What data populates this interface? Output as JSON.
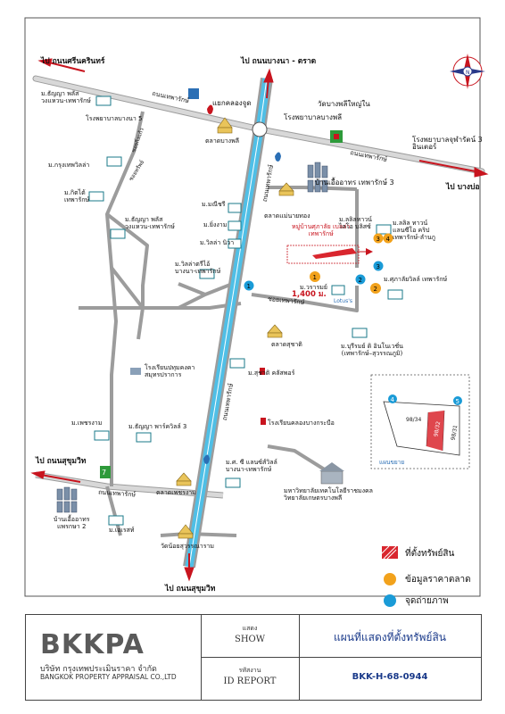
{
  "roads": {
    "bangna_trad_north": "ไป ถนนบางนา - ตราด",
    "srinakarin": "ไป ถนนศรีนครินทร์",
    "sukhumvit_west": "ไป ถนนสุขุมวิท",
    "sukhumvit_south": "ไป ถนนสุขุมวิท",
    "bang_bo": "ไป บางบ่อ",
    "thepharak_west": "ถนนเทพารักษ์",
    "thepharak_east": "ถนนเทพารักษ์",
    "khlong_bang_phli_north": "ถนนเทพารักษ์",
    "khlong_bang_phli_south": "ถนนเทพารักษ์",
    "phaprakon": "ถนนเทพารักษ์",
    "soi_left1": "ซอยกิ่งแก้ว",
    "soi_left2": "ซอยทรัพย์",
    "soi_thepharak": "ซอยเทพารักษ์",
    "soi_bottom": "ถนนเทพารักษ์",
    "distance": "1,400 ม."
  },
  "places": {
    "yaek_khlong_chut": "แยกคลองจูด",
    "wat_bang_phli_yai_nai": "วัดบางพลีใหญ่ใน",
    "rp_bang_phli": "โรงพยาบาลบางพลี",
    "rp_chularat3": "โรงพยาบาลจุฬารัตน์ 3\nอินเตอร์",
    "rp_bangna5": "โรงพยาบาลบางนา 5",
    "talat_bang_phli": "ตลาดบางพลี",
    "ban_ua_athorn_thepharak3": "บ้านเอื้ออาทร เทพารักษ์ 3",
    "talat_mae_nai_thongy": "ตลาดแม่นายทอง",
    "target_village": "หมู่บ้านศุภาลัย เบลล่า\nเทพารักษ์",
    "m_thanya_vongwaen": "ม.ธัญญา พลัส\nวงแหวน-เทพารักษ์",
    "m_krungthep_villa": "ม.กรุงเทพวิลล่า",
    "m_kittai": "ม.กิตไต้\nเทพารักษ์",
    "m_thanya_plus2": "ม.ธัญญา พลัส\nวงแหวน-เทพารักษ์",
    "m_manicharee": "ม.มณีชรี",
    "m_ying_ngam": "ม.ยิ่งงาม",
    "m_villa_nuwa": "ม.วิลล่า นิวา",
    "m_wasana": "ม.วิลล่าตรีไอ้\nบางนา-เทพารักษ์",
    "m_lalin_town": "ม.ลลิลทาวน์\nไลโอ บลิสซ์",
    "m_lalin_town2": "ม.ลลิล ทาวน์\nแลนซีโอ คริป\nเทพารักษ์-ลำนกู",
    "m_supalai_ville": "ม.ศุภาลัยวิลล์ เทพารักษ์",
    "m_wararom": "ม.วรารมย์",
    "lotus": "Lotus's",
    "m_pruksa_in_bangna": "ม.บุรีรมย์ ดิ อินโนเวชั่น\n(เทพารักษ์–สุวรรณภูมิ)",
    "talat_suchart": "ตลาดสุชาติ",
    "m_suchart_city": "ม.สุชาติ คลัสพอร์",
    "school_pathum": "โรงเรียนปทุมคงคา\nสมุทรปราการ",
    "m_phet_ngam": "ม.เพชรงาม",
    "m_thanya_park3": "ม.ธัญญา พาร์ควิลล์ 3",
    "school_khlong_bang_krabue": "โรงเรียนคลองบางกระบือ",
    "m_pc_siriville": "ม.ศ. ซี แลนซ์ส์วิลล์\nบางนา-เทพารักษ์",
    "talat_phet_ngam": "ตลาดเพชรงาม",
    "university": "มหาวิทยาลัยเทคโนโลยีราชมงคล\nวิทยาลัยเกษตรบางพลี",
    "m_eurasia": "ม.เอเรสท์",
    "ban_ua_thorn_phraksa2": "บ้านเอื้ออาทร\nแพรกษา 2",
    "wat_suwannaram": "วัดน้อยสุวรรณาราม",
    "detail_map_caption": "แผนขยาย"
  },
  "detail_parcels": [
    "98/34",
    "98/32",
    "98/31"
  ],
  "markers": {
    "market_points": [
      "1",
      "2",
      "3",
      "4"
    ],
    "photo_points": [
      "1",
      "2",
      "3",
      "4",
      "5"
    ]
  },
  "legend": {
    "property": "ที่ตั้งทรัพย์สิน",
    "market": "ข้อมูลราคาตลาด",
    "photo": "จุดถ่ายภาพ"
  },
  "footer": {
    "logo": "BKKPA",
    "company_th": "บริษัท กรุงเทพประเมินราคา จำกัด",
    "company_en": "BANGKOK PROPERTY APPRAISAL CO.,LTD",
    "show_th": "แสดง",
    "show_en": "SHOW",
    "show_value": "แผนที่แสดงที่ตั้งทรัพย์สิน",
    "id_th": "รหัสงาน",
    "id_en": "ID REPORT",
    "id_value": "BKK-H-68-0944"
  },
  "colors": {
    "expressway": "#4fbfe6",
    "road": "#9c9c9c",
    "property": "#d9262e",
    "market": "#f2a21c",
    "photo": "#1a9bd7",
    "arrow": "#c8141e"
  }
}
